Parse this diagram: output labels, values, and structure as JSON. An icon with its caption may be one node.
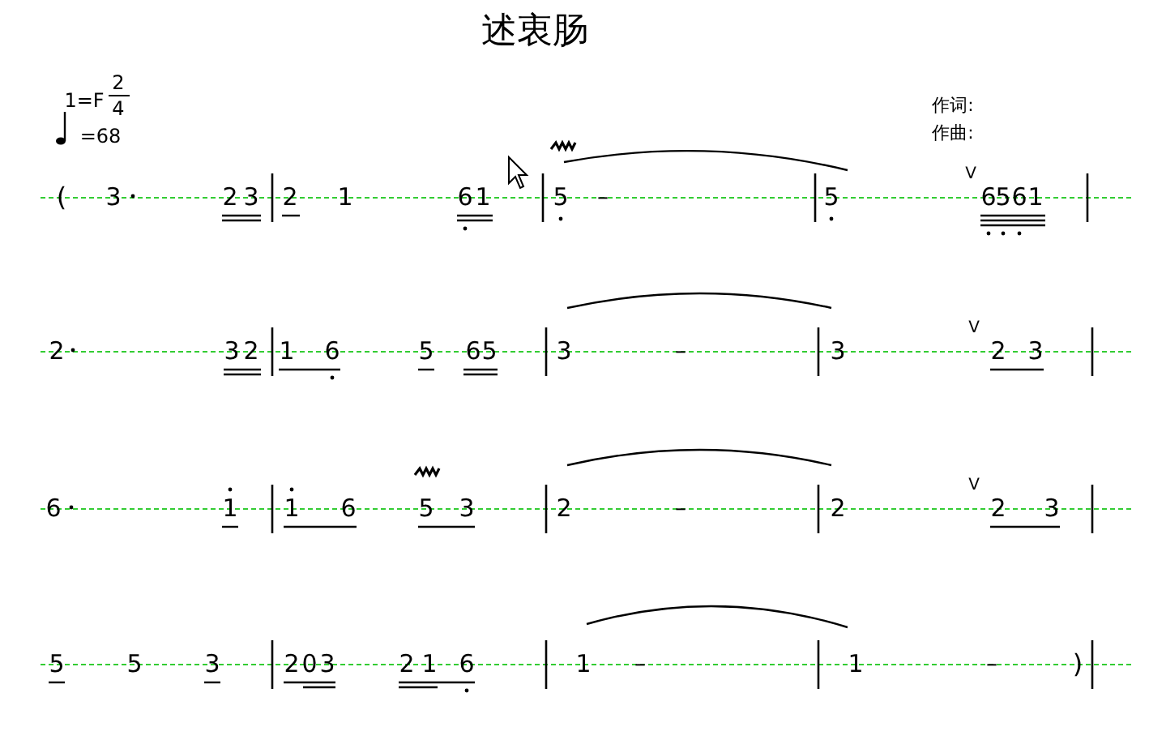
{
  "diagram": {
    "title": "述衷肠",
    "labels": [
      "1=F",
      "2",
      "4",
      "=68",
      "作词:",
      "作曲:",
      "(",
      "3",
      "2",
      "3",
      "2",
      "1",
      "6",
      "1",
      "5",
      "–",
      "5",
      "V",
      "6",
      "5",
      "6",
      "1",
      "2",
      "3",
      "2",
      "1",
      "6",
      "5",
      "6",
      "5",
      "3",
      "–",
      "3",
      "V",
      "2",
      "3",
      "6",
      "1",
      "1",
      "6",
      "5",
      "3",
      "2",
      "–",
      "2",
      "V",
      "2",
      "3",
      "5",
      "5",
      "3",
      "2",
      "0",
      "3",
      "2",
      "1",
      "6",
      "1",
      "–",
      "1",
      "–",
      ")"
    ]
  }
}
